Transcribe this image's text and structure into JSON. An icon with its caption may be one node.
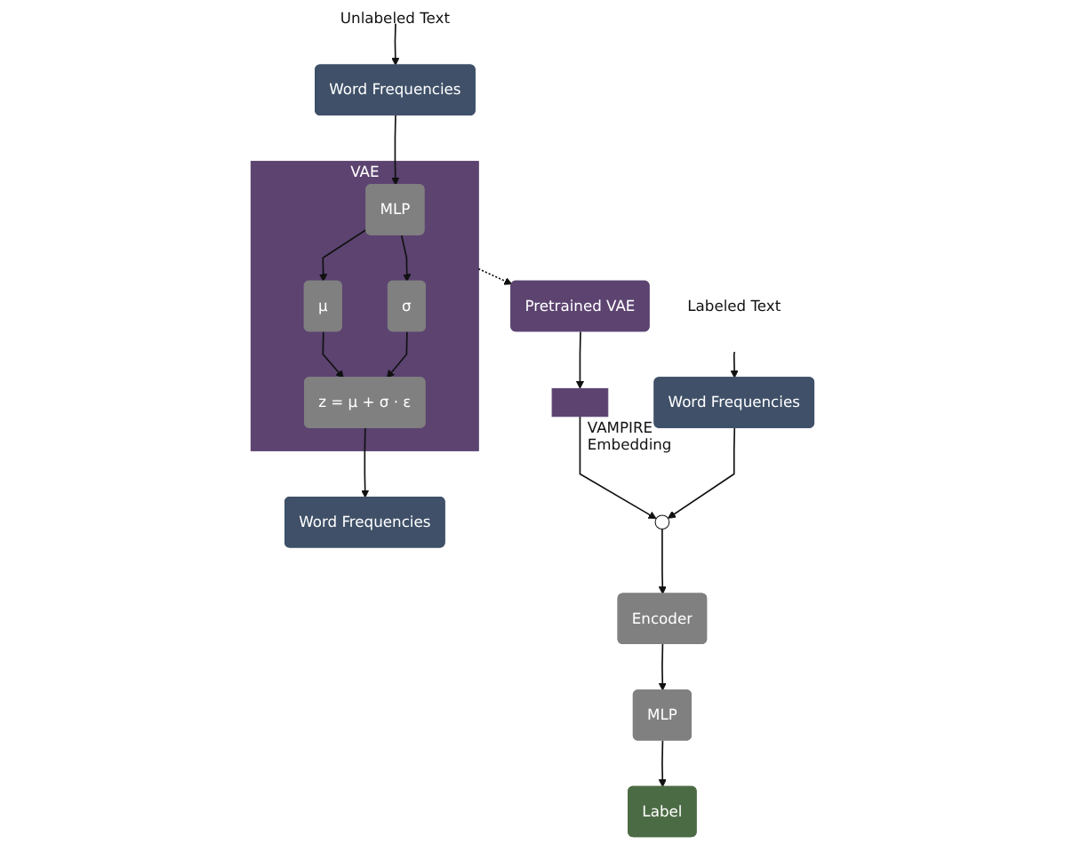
{
  "diagram": {
    "nodes": [
      {
        "text": [
          "Unlabeled Text"
        ]
      },
      {
        "text": [
          "Word Frequencies"
        ]
      },
      {
        "text": [
          "VAE"
        ]
      },
      {
        "text": [
          "MLP"
        ],
        "in": 2
      },
      {
        "text": [
          "μ"
        ],
        "in": 2
      },
      {
        "text": [
          "σ"
        ],
        "in": 2
      },
      {
        "text": [
          "z = μ + σ · ε"
        ],
        "in": 2
      },
      {
        "text": [
          "Word Frequencies"
        ]
      },
      {
        "text": [
          "Pretrained VAE"
        ]
      },
      {
        "text": [],
        "shape": "bar",
        "beside": [
          "VAMPIRE Embedding"
        ]
      },
      {
        "text": [
          "Labeled Text"
        ]
      },
      {
        "text": [
          "Word Frequencies"
        ]
      },
      {
        "text": [],
        "shape": "circle"
      },
      {
        "text": [
          "Encoder"
        ]
      },
      {
        "text": [
          "MLP"
        ]
      },
      {
        "text": [
          "Label"
        ]
      }
    ],
    "edges": [
      {
        "from": 0,
        "to": 1,
        "arrow": "to"
      },
      {
        "from": 1,
        "to": 3,
        "arrow": "to"
      },
      {
        "from": 3,
        "to": 4,
        "arrow": "to"
      },
      {
        "from": 3,
        "to": 5,
        "arrow": "to"
      },
      {
        "from": 4,
        "to": 6,
        "arrow": "to"
      },
      {
        "from": 5,
        "to": 6,
        "arrow": "to"
      },
      {
        "from": 6,
        "to": 7,
        "arrow": "to"
      },
      {
        "from": 2,
        "to": 8,
        "arrow": "to",
        "style": "dashed"
      },
      {
        "from": 8,
        "to": 9,
        "arrow": "to"
      },
      {
        "from": 9,
        "to": 12,
        "arrow": "to"
      },
      {
        "from": 10,
        "to": 11,
        "arrow": "to"
      },
      {
        "from": 11,
        "to": 12,
        "arrow": "to"
      },
      {
        "from": 12,
        "to": 13,
        "arrow": "to"
      },
      {
        "from": 13,
        "to": 14,
        "arrow": "to"
      },
      {
        "from": 14,
        "to": 15,
        "arrow": "to"
      }
    ]
  }
}
